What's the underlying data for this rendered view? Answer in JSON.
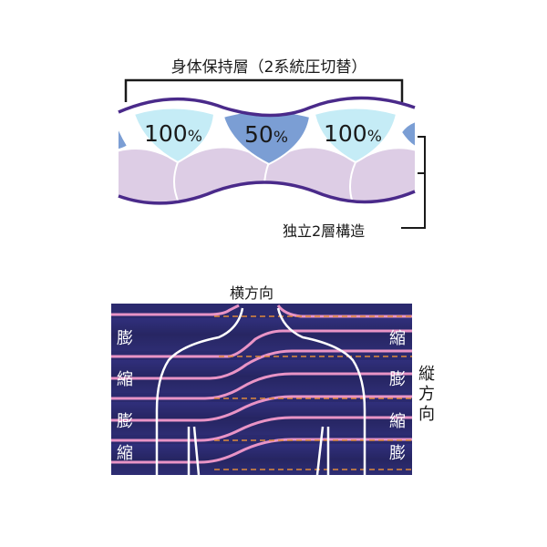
{
  "top": {
    "title": "身体保持層（2系統圧切替）",
    "cells": [
      {
        "value": "100",
        "unit": "%"
      },
      {
        "value": "50",
        "unit": "%"
      },
      {
        "value": "100",
        "unit": "%"
      }
    ],
    "structure_label": "独立2層構造",
    "colors": {
      "upper_light": "#c5ecf6",
      "upper_dark": "#7b9ed4",
      "lower": "#ddcde5",
      "outline": "#4a2a8a"
    }
  },
  "bottom": {
    "horizontal_label": "横方向",
    "vertical_label": [
      "縦",
      "方",
      "向"
    ],
    "left_labels": [
      "膨",
      "縮",
      "膨",
      "縮"
    ],
    "right_labels": [
      "縮",
      "膨",
      "縮",
      "膨"
    ],
    "colors": {
      "background": "#2b2a6e",
      "tube_line": "#e994c6",
      "dash": "#e08a3c",
      "silhouette": "#ffffff"
    }
  }
}
